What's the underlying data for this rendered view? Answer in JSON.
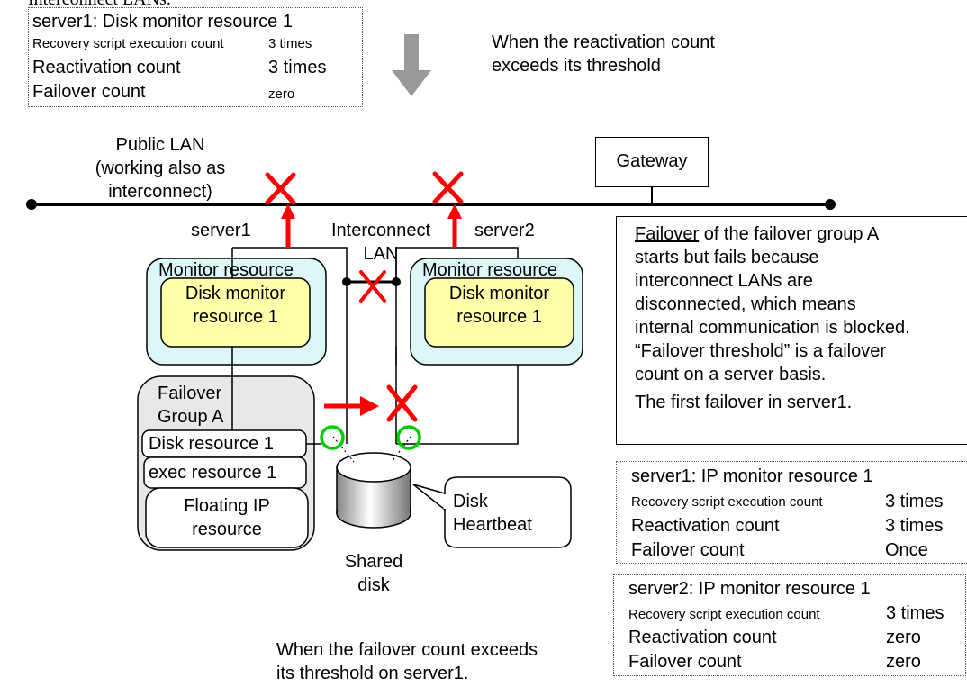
{
  "top_cut_text": "Interconnect LANs.",
  "box_s1_disk": {
    "title": "server1: Disk monitor resource 1",
    "rows": [
      {
        "label": "Recovery script execution count",
        "value": "3 times"
      },
      {
        "label": "Reactivation count",
        "value": "3 times"
      },
      {
        "label": "Failover count",
        "value": "zero"
      }
    ]
  },
  "reactivation_note": [
    "When the reactivation count",
    "exceeds its threshold"
  ],
  "public_lan": [
    "Public LAN",
    "(working also as",
    "interconnect)"
  ],
  "gateway": "Gateway",
  "server1_label": "server1",
  "server2_label": "server2",
  "interconnect_label": [
    "Interconnect",
    "LAN"
  ],
  "monitor_resource_label": "Monitor resource",
  "disk_monitor_label": [
    "Disk monitor",
    "resource 1"
  ],
  "failover_group": [
    "Failover",
    "Group A"
  ],
  "resources": {
    "disk": "Disk resource 1",
    "exec": "exec resource 1",
    "fip": [
      "Floating IP",
      "resource"
    ]
  },
  "shared_disk": [
    "Shared",
    "disk"
  ],
  "disk_heartbeat": [
    "Disk",
    "Heartbeat"
  ],
  "failover_note": {
    "underlined": "Failover",
    "lines": [
      " of the failover group A",
      "starts but fails because",
      "interconnect LANs are",
      "disconnected, which means",
      "internal communication is blocked.",
      "“Failover threshold” is a failover",
      "count on a server basis.",
      "The first failover in server1."
    ]
  },
  "box_s1_ip": {
    "title": "server1: IP monitor resource 1",
    "rows": [
      {
        "label": "Recovery script execution count",
        "value": "3 times"
      },
      {
        "label": "Reactivation count",
        "value": "3 times"
      },
      {
        "label": "Failover count",
        "value": "Once"
      }
    ]
  },
  "box_s2_ip": {
    "title": "server2: IP monitor resource 1",
    "rows": [
      {
        "label": "Recovery script execution count",
        "value": "3 times"
      },
      {
        "label": "Reactivation count",
        "value": "zero"
      },
      {
        "label": "Failover count",
        "value": "zero"
      }
    ]
  },
  "failover_count_note": [
    "When the failover count exceeds",
    "its threshold on server1."
  ],
  "colors": {
    "red": "#ff0000",
    "monitor_fill": "#ddf6f8",
    "disk_monitor_fill": "#ffffaa",
    "group_fill": "#e8e8e8",
    "arrow_gray": "#999999"
  }
}
